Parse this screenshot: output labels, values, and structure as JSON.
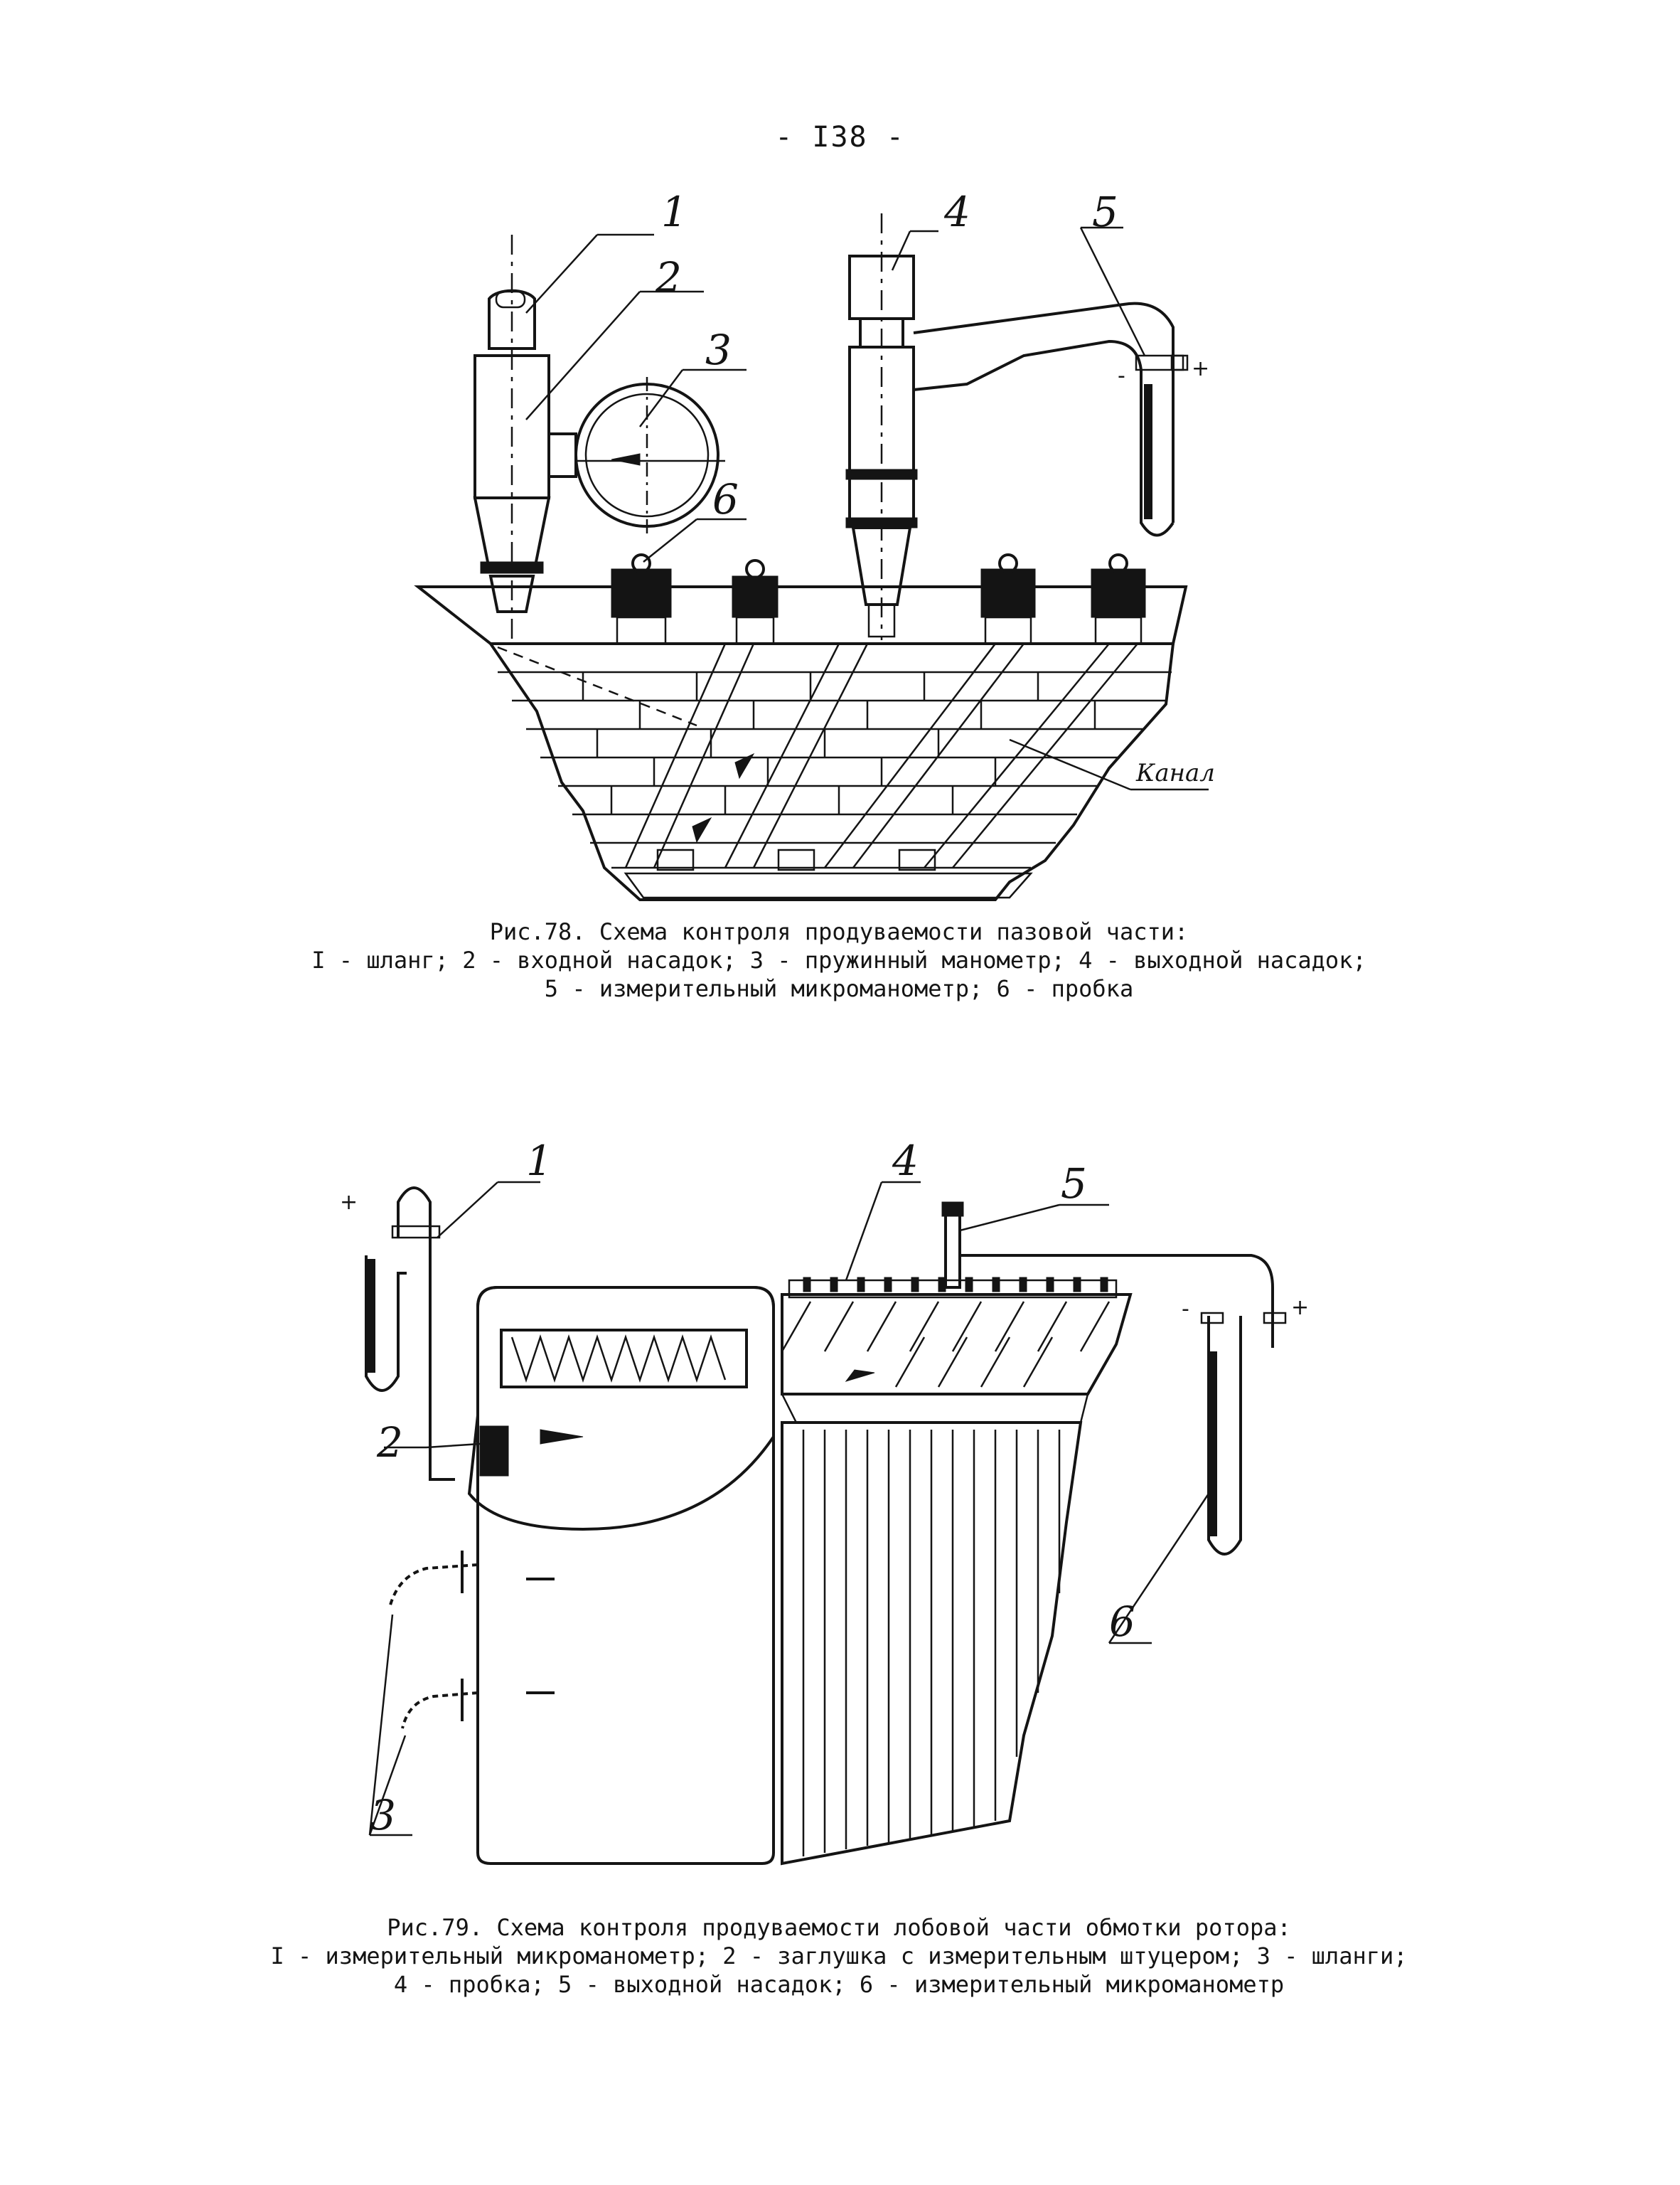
{
  "page_number": "- I38 -",
  "figure78": {
    "callouts": [
      "1",
      "2",
      "3",
      "4",
      "5",
      "6"
    ],
    "channel_label": "Канал",
    "polarity": {
      "minus": "-",
      "plus": "+"
    },
    "caption": {
      "title": "Рис.78. Схема контроля продуваемости пазовой части:",
      "line1": "I - шланг; 2 - входной насадок; 3 - пружинный манометр; 4 - выходной насадок;",
      "line2": "5 - измерительный микроманометр; 6 - пробка"
    }
  },
  "figure79": {
    "callouts": [
      "1",
      "2",
      "3",
      "4",
      "5",
      "6"
    ],
    "polarity": {
      "minus": "-",
      "plus": "+",
      "left_mark": "+"
    },
    "caption": {
      "title": "Рис.79. Схема контроля продуваемости лобовой части обмотки ротора:",
      "line1": "I - измерительный микроманометр; 2 - заглушка с измерительным штуцером; 3 - шланги;",
      "line2": "4 - пробка; 5 - выходной насадок; 6 - измерительный микроманометр"
    }
  }
}
